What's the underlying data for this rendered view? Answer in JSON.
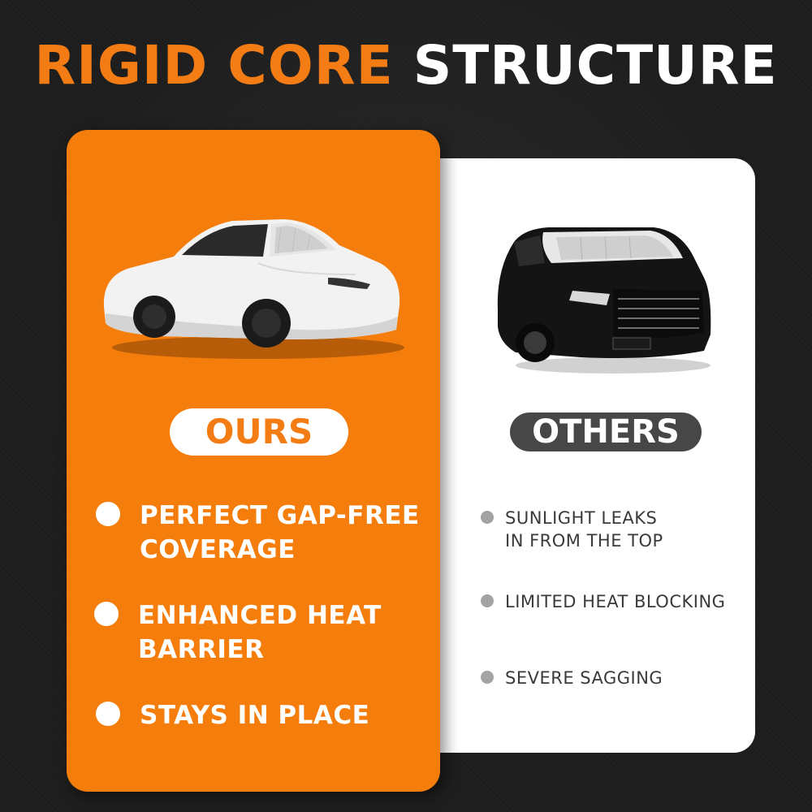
{
  "title": {
    "accent": "RIGID CORE",
    "main": "STRUCTURE"
  },
  "ours": {
    "badge": "OURS",
    "features": [
      {
        "line1": "PERFECT GAP-FREE",
        "line2": "COVERAGE"
      },
      {
        "line1": "ENHANCED HEAT",
        "line2": "BARRIER"
      },
      {
        "line1": "STAYS IN PLACE",
        "line2": ""
      }
    ]
  },
  "others": {
    "badge": "OTHERS",
    "features": [
      {
        "line1": "SUNLIGHT LEAKS",
        "line2": "IN FROM THE TOP"
      },
      {
        "line1": "LIMITED HEAT BLOCKING",
        "line2": ""
      },
      {
        "line1": "SEVERE SAGGING",
        "line2": ""
      }
    ]
  },
  "colors": {
    "accent": "#f47c14",
    "background": "#1d1d1d",
    "others_badge": "#474747",
    "others_dot": "#a3a3a3"
  },
  "images": {
    "ours": "white-sedan-with-windshield-sunshade",
    "others": "black-suv-with-windshield-sunshade"
  }
}
